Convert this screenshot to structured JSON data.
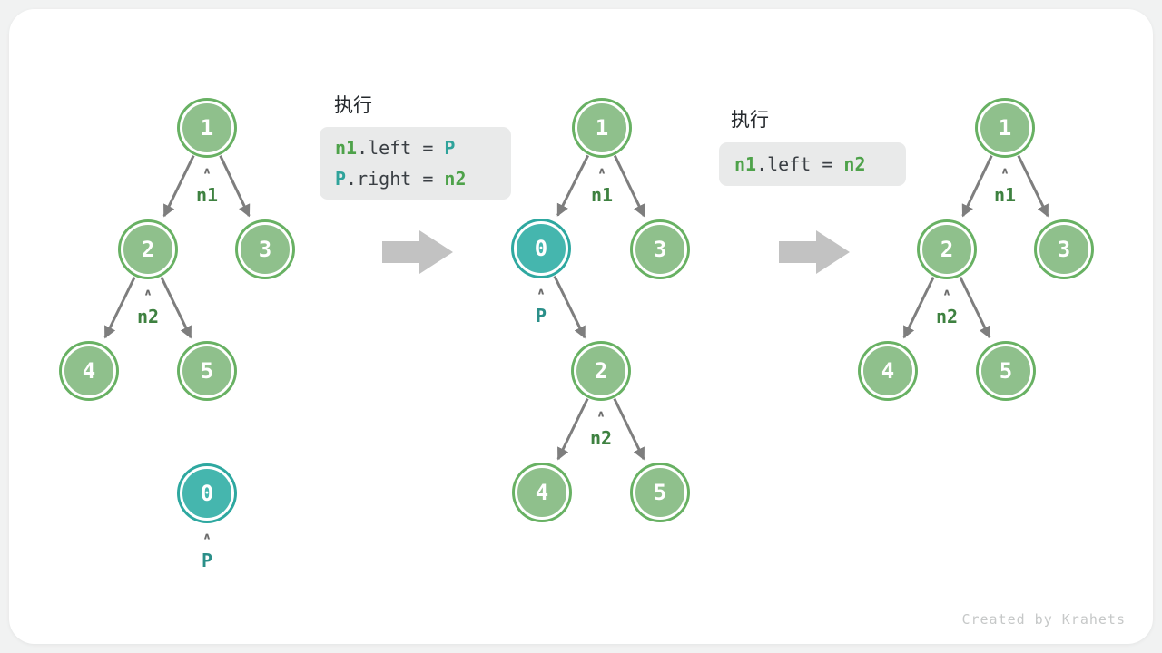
{
  "watermark": "Created by Krahets",
  "icons": {
    "caret": "∧"
  },
  "colors": {
    "node_green_fill": "#8fc08c",
    "node_green_ring": "#68b163",
    "node_teal_fill": "#45b6ae",
    "node_teal_ring": "#2ea8a0",
    "edge_gray": "#7e7e7e",
    "code_bg": "#e9eaea",
    "code_green": "#4ea24a",
    "code_teal": "#2fa39b",
    "label_green": "#3e8140",
    "label_teal": "#2b8f89",
    "big_arrow_gray": "#c2c2c2"
  },
  "steps": [
    {
      "label": "执行",
      "lines": [
        {
          "t1": "n1",
          "t2": ".left = ",
          "t3": "P"
        },
        {
          "t1": "P",
          "t2": ".right = ",
          "t3": "n2"
        }
      ]
    },
    {
      "label": "执行",
      "lines": [
        {
          "t1": "n1",
          "t2": ".left = ",
          "t3": "n2"
        }
      ]
    }
  ],
  "trees": [
    {
      "nodes": {
        "n1": "1",
        "n2": "2",
        "n3": "3",
        "n4": "4",
        "n5": "5",
        "n0": "0"
      },
      "pointers": {
        "p_n1": "n1",
        "p_n2": "n2",
        "p_P": "P"
      }
    },
    {
      "nodes": {
        "n1": "1",
        "n0": "0",
        "n3": "3",
        "n2": "2",
        "n4": "4",
        "n5": "5"
      },
      "pointers": {
        "p_n1": "n1",
        "p_P": "P",
        "p_n2": "n2"
      }
    },
    {
      "nodes": {
        "n1": "1",
        "n2": "2",
        "n3": "3",
        "n4": "4",
        "n5": "5"
      },
      "pointers": {
        "p_n1": "n1",
        "p_n2": "n2"
      }
    }
  ]
}
